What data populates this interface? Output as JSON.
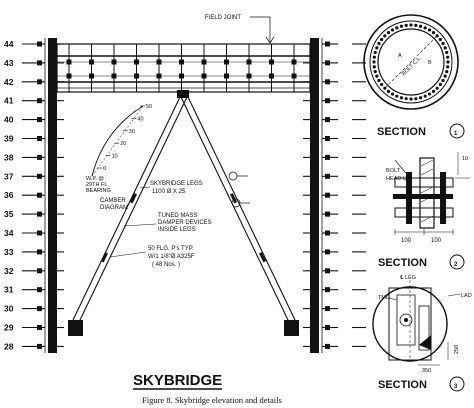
{
  "title": "SKYBRIDGE",
  "caption": "Figure 8.  Skybridge elevation and details",
  "levels": [
    "44",
    "43",
    "42",
    "41",
    "40",
    "39",
    "38",
    "37",
    "36",
    "35",
    "34",
    "33",
    "32",
    "31",
    "30",
    "29",
    "28"
  ],
  "labels": {
    "field_joint": "FIELD JOINT",
    "legs": "SKYBRIDGE LEGS",
    "legs_size": "1100 Ø X 25",
    "tmd_line1": "TUNED MASS",
    "tmd_line2": "DAMPER DEVICES",
    "tmd_line3": "INSIDE LEGS",
    "bolts_line1": "50 FLG. P's TYP.",
    "bolts_line2": "W/1 1/8\"Ø A325F",
    "bolts_line3": "( 48 Nos. )",
    "camber": "CAMBER",
    "camber2": "DIAGRAM",
    "wp_line1": "W.P. @",
    "wp_line2": "29TH FL.",
    "wp_line3": "BEARING",
    "camber_ticks": [
      "50",
      "40",
      "30",
      "20",
      "10",
      "0"
    ],
    "bolt_cl": "BOLT C.L.",
    "bolt_head_up": "BOLT",
    "bolt_head_up2": "HEAD UP",
    "cl_leg": "℄ LEG",
    "tmd": "TMD",
    "lad": "LAD",
    "dim_100a": "100",
    "dim_100b": "100",
    "dim_10": "10",
    "dim_250": "250",
    "dim_350": "350",
    "circle_a": "A",
    "circle_b": "B"
  },
  "sections": [
    {
      "label": "SECTION",
      "number": "1"
    },
    {
      "label": "SECTION",
      "number": "2"
    },
    {
      "label": "SECTION",
      "number": "3"
    }
  ],
  "icons": {
    "section_marker": "circled-number-icon",
    "cut_marker": "section-cut-icon"
  }
}
